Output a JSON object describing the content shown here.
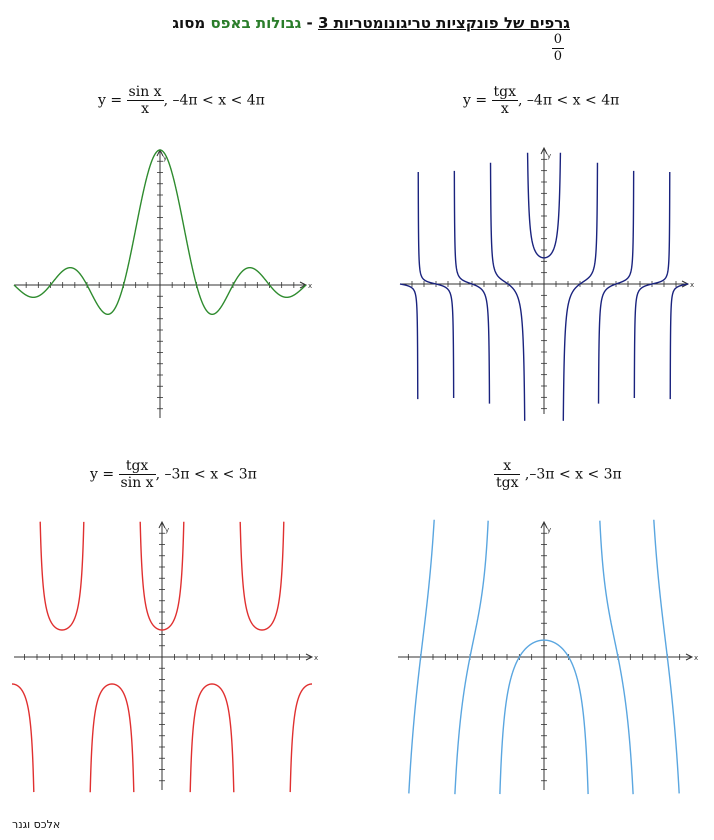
{
  "header": {
    "title_main": "גרפים של פונקציות טריגונומטריות 3",
    "title_sep": " - ",
    "title_green": "גבולות באפס",
    "title_suffix": " מסוג ",
    "frac_num": "0",
    "frac_den": "0"
  },
  "author": "אלכס וגנר",
  "colors": {
    "sinx_over_x": "#2e8b2e",
    "tgx_over_x": "#1a237e",
    "tgx_over_sinx": "#e03030",
    "x_over_tgx": "#5aa6e0",
    "axis": "#333333"
  },
  "chart_data": [
    {
      "type": "line",
      "name": "sinx_over_x",
      "formula": {
        "lhs": "y =",
        "num": "sin x",
        "den": "x",
        "range": ",  –4π < x < 4π"
      },
      "function": "sin(x)/x",
      "xlim": [
        -12.566,
        12.566
      ],
      "ylim": [
        -1.0,
        1.0
      ],
      "color": "#2e8b2e"
    },
    {
      "type": "line",
      "name": "tgx_over_x",
      "formula": {
        "lhs": "y =",
        "num": "tgx",
        "den": "x",
        "range": ",  –4π < x < 4π"
      },
      "function": "tan(x)/x",
      "xlim": [
        -12.566,
        12.566
      ],
      "ylim": [
        -5.2,
        5.2
      ],
      "color": "#1a237e"
    },
    {
      "type": "line",
      "name": "tgx_over_sinx",
      "formula": {
        "lhs": "y =",
        "num": "tgx",
        "den": "sin x",
        "range": ",  –3π < x < 3π"
      },
      "function": "tan(x)/sin(x)",
      "xlim": [
        -9.425,
        9.425
      ],
      "ylim": [
        -5.0,
        5.0
      ],
      "color": "#e03030"
    },
    {
      "type": "line",
      "name": "x_over_tgx",
      "formula": {
        "lhs": "",
        "num": "x",
        "den": "tgx",
        "range": " ,–3π < x < 3π"
      },
      "function": "x/tan(x)",
      "xlim": [
        -9.425,
        9.425
      ],
      "ylim": [
        -8.0,
        8.0
      ],
      "color": "#5aa6e0"
    }
  ]
}
